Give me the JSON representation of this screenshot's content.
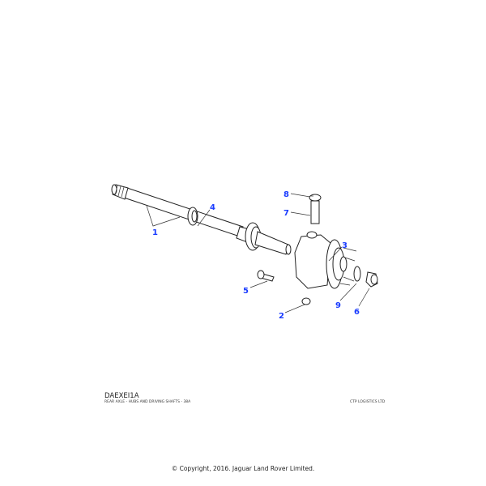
{
  "diagram": {
    "code": "DAEXEI1A",
    "subtitle": "REAR AXLE - HUBS AND DRIVING SHAFTS - 38A",
    "publisher": "CTP LOGISTICS LTD",
    "callouts": [
      "1",
      "2",
      "3",
      "4",
      "5",
      "6",
      "7",
      "8",
      "9"
    ],
    "callout_color": "#1a3cff"
  },
  "footer": {
    "copyright": "© Copyright, 2016. Jaguar Land Rover Limited."
  }
}
